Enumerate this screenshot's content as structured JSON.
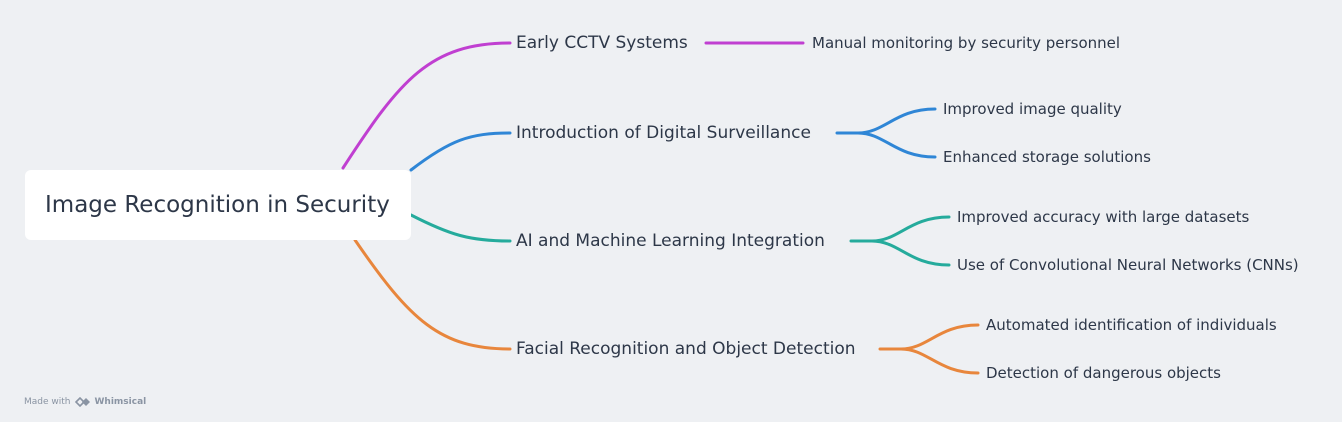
{
  "diagram": {
    "root": "Image Recognition in Security",
    "branches": [
      {
        "label": "Early CCTV Systems",
        "color": "#c03fd1",
        "children": [
          "Manual monitoring by security personnel"
        ]
      },
      {
        "label": "Introduction of Digital Surveillance",
        "color": "#2f86d6",
        "children": [
          "Improved image quality",
          "Enhanced storage solutions"
        ]
      },
      {
        "label": "AI and Machine Learning Integration",
        "color": "#25ab9c",
        "children": [
          "Improved accuracy with large datasets",
          "Use of Convolutional Neural Networks (CNNs)"
        ]
      },
      {
        "label": "Facial Recognition and Object Detection",
        "color": "#e8863c",
        "children": [
          "Automated identification of individuals",
          "Detection of dangerous objects"
        ]
      }
    ]
  },
  "footer": {
    "made_with": "Made with",
    "brand": "Whimsical"
  }
}
